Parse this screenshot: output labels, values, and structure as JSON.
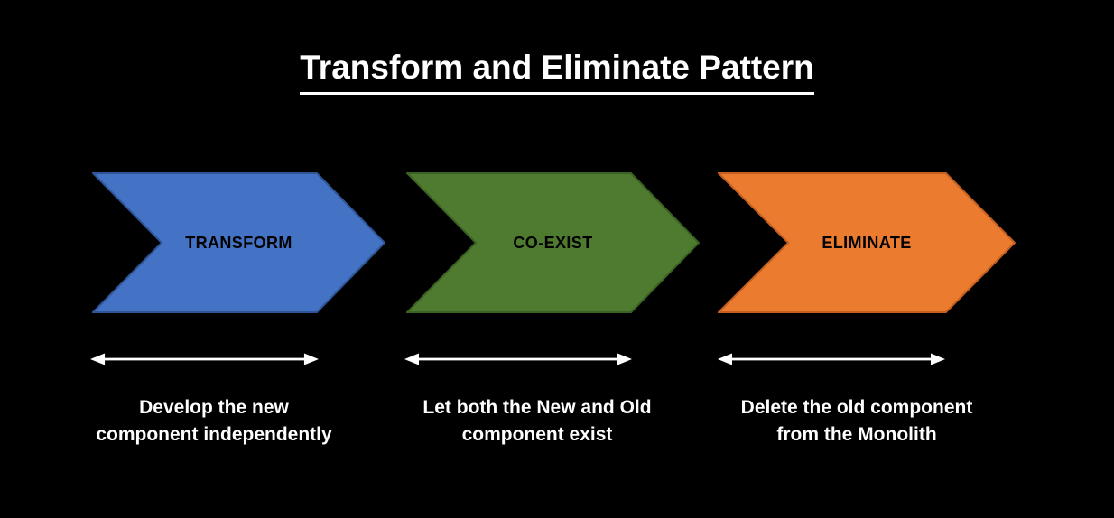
{
  "title": "Transform and Eliminate Pattern",
  "steps": [
    {
      "label": "TRANSFORM",
      "fill": "#4472C4",
      "stroke": "#2F5597",
      "description": "Develop the new component independently",
      "lines": [
        "Develop the new",
        "component independently"
      ]
    },
    {
      "label": "CO-EXIST",
      "fill": "#4E7B30",
      "stroke": "#3B6123",
      "description": "Let both the New and Old component exist",
      "lines": [
        "Let both the New and Old",
        "component exist"
      ]
    },
    {
      "label": "ELIMINATE",
      "fill": "#EA7B2F",
      "stroke": "#C55F20",
      "description": "Delete the old component from the Monolith",
      "lines": [
        "Delete the old component",
        "from the Monolith"
      ]
    }
  ],
  "colors": {
    "background": "#000000",
    "title_text": "#FFFFFF",
    "description_text": "#FFFFFF",
    "chevron_label_text": "#000000",
    "arrow": "#FFFFFF"
  }
}
